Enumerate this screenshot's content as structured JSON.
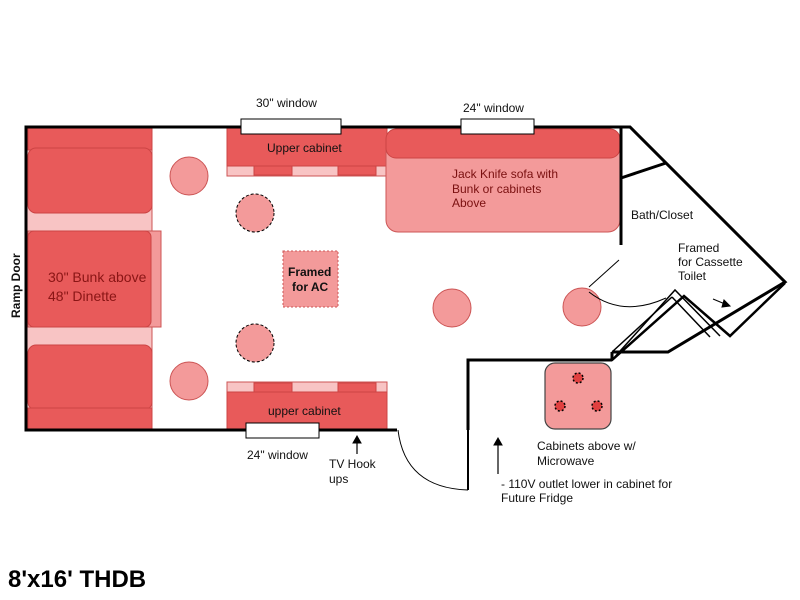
{
  "title": "8'x16' THDB",
  "labels": {
    "window_30_top": "30\" window",
    "window_24_top": "24\" window",
    "window_24_bottom": "24\" window",
    "upper_cabinet_top": "Upper cabinet",
    "upper_cabinet_bottom": "upper cabinet",
    "sofa_line1": "Jack Knife sofa with",
    "sofa_line2": "Bunk or cabinets",
    "sofa_line3": "Above",
    "bath_closet": "Bath/Closet",
    "framed_toilet_line1": "Framed",
    "framed_toilet_line2": "for Cassette",
    "framed_toilet_line3": "Toilet",
    "framed_ac_line1": "Framed",
    "framed_ac_line2": "for AC",
    "bunk_line1": "30\" Bunk above",
    "bunk_line2": "48\" Dinette",
    "ramp_door": "Ramp Door",
    "tv_line1": "TV Hook",
    "tv_line2": "ups",
    "cabinets_line1": "Cabinets above w/",
    "cabinets_line2": "Microwave",
    "outlet_line1": "- 110V outlet lower in cabinet for",
    "outlet_line2": "Future Fridge"
  },
  "colors": {
    "wall": "#000000",
    "cabinet_red": "#e85a5a",
    "cabinet_pink": "#f39a9a",
    "light_pink": "#f8c4c4",
    "text_dark_red": "#7a1010"
  }
}
